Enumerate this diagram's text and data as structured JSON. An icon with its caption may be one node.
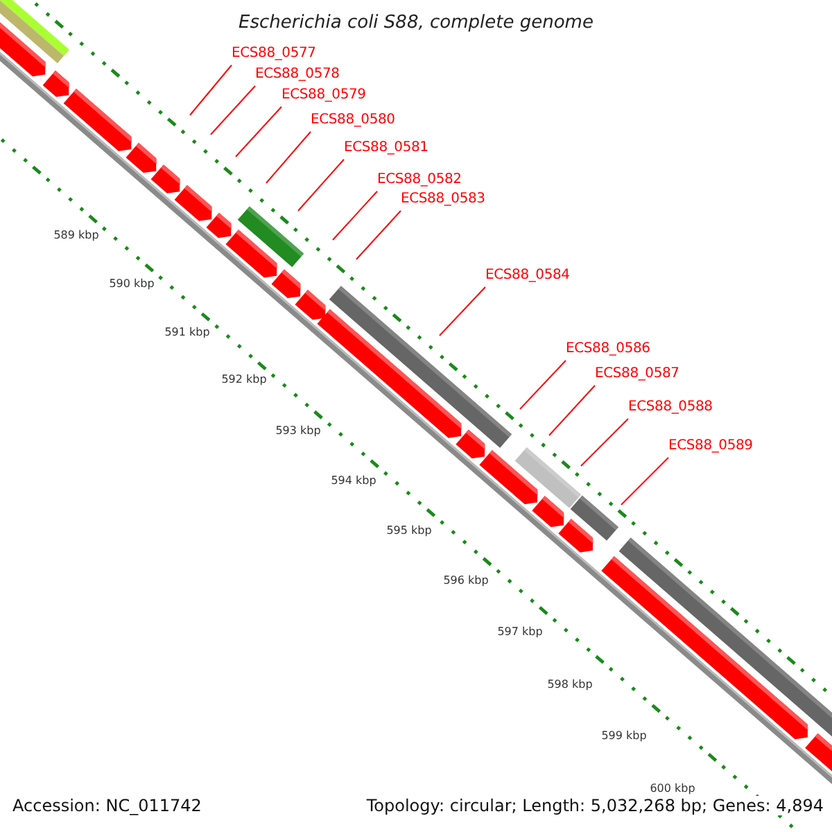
{
  "diagram": {
    "title": "Escherichia coli S88, complete genome",
    "nodes": [
      {
        "text": [
          "ECS88_0577"
        ]
      },
      {
        "text": [
          "ECS88_0578"
        ]
      },
      {
        "text": [
          "ECS88_0579"
        ]
      },
      {
        "text": [
          "ECS88_0580"
        ]
      },
      {
        "text": [
          "ECS88_0581"
        ]
      },
      {
        "text": [
          "ECS88_0582"
        ]
      },
      {
        "text": [
          "ECS88_0583"
        ]
      },
      {
        "text": [
          "ECS88_0584"
        ]
      },
      {
        "text": [
          "ECS88_0586"
        ]
      },
      {
        "text": [
          "ECS88_0587"
        ]
      },
      {
        "text": [
          "ECS88_0588"
        ]
      },
      {
        "text": [
          "ECS88_0589"
        ]
      }
    ],
    "edges": [
      {
        "from": 0,
        "to": null,
        "arrow": "none"
      },
      {
        "from": 1,
        "to": null,
        "arrow": "none"
      },
      {
        "from": 2,
        "to": null,
        "arrow": "none"
      },
      {
        "from": 3,
        "to": null,
        "arrow": "none"
      },
      {
        "from": 4,
        "to": null,
        "arrow": "none"
      },
      {
        "from": 5,
        "to": null,
        "arrow": "none"
      },
      {
        "from": 6,
        "to": null,
        "arrow": "none"
      },
      {
        "from": 7,
        "to": null,
        "arrow": "none"
      },
      {
        "from": 8,
        "to": null,
        "arrow": "none"
      },
      {
        "from": 9,
        "to": null,
        "arrow": "none"
      },
      {
        "from": 10,
        "to": null,
        "arrow": "none"
      },
      {
        "from": 11,
        "to": null,
        "arrow": "none"
      }
    ],
    "labels": [
      "589 kbp",
      "590 kbp",
      "591 kbp",
      "592 kbp",
      "593 kbp",
      "594 kbp",
      "595 kbp",
      "596 kbp",
      "597 kbp",
      "598 kbp",
      "599 kbp",
      "600 kbp",
      "Accession: NC_011742",
      "Topology: circular; Length: 5,032,268 bp; Genes: 4,894"
    ]
  }
}
